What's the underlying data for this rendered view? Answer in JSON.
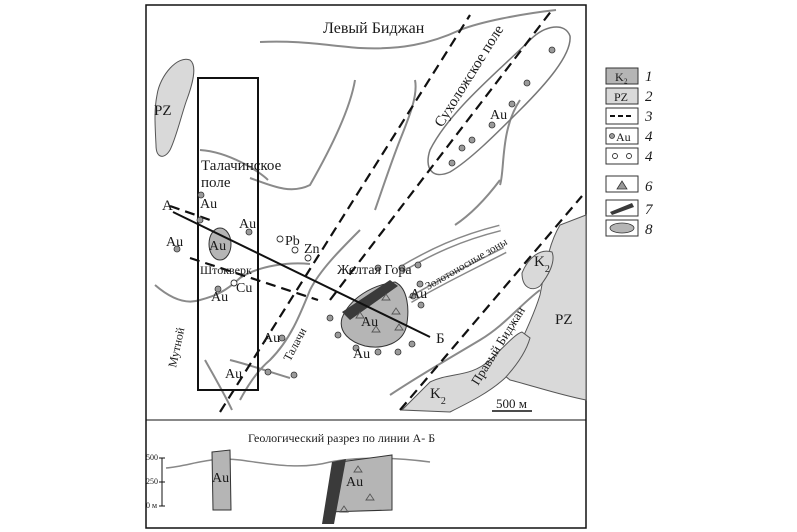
{
  "map": {
    "rivers": {
      "levyi_bidzhan": "Левый Биджан",
      "pravyi_bidzhan": "Правый Биджан",
      "mutnoi": "Мутной",
      "talachi": "Талачи"
    },
    "fields": {
      "sukholozhskoe": "Сухоложское поле",
      "talachinskoe_1": "Талачинское",
      "talachinskoe_2": "поле"
    },
    "places": {
      "zheltaya_gora": "Желтая Гора",
      "shtokverk": "Штокверк",
      "zolotonosnye_zony": "Золотоносные зоны"
    },
    "units": {
      "pz": "PZ",
      "k2": "K",
      "k2_sub": "2"
    },
    "elements": {
      "au": "Au",
      "pb": "Pb",
      "zn": "Zn",
      "cu": "Cu"
    },
    "section_line": {
      "start": "А",
      "end": "Б"
    },
    "scale_bar": "500 м"
  },
  "legend": {
    "items": [
      {
        "number": "1",
        "text": "K₂"
      },
      {
        "number": "2",
        "text": "PZ"
      },
      {
        "number": "3",
        "text": ""
      },
      {
        "number": "4",
        "text": "Au"
      },
      {
        "number": "4",
        "text": ""
      },
      {
        "number": "6",
        "text": ""
      },
      {
        "number": "7",
        "text": ""
      },
      {
        "number": "8",
        "text": ""
      }
    ]
  },
  "cross_section": {
    "title": "Геологический разрез по линии А- Б",
    "ticks": [
      "500",
      "250",
      "0 м"
    ],
    "au_left": "Au",
    "au_right": "Au"
  },
  "colors": {
    "ore_body": "#b5b5b5",
    "dark_zone": "#3a3a3a",
    "pz_fill": "#d9d9d9",
    "river": "#8a8a8a"
  }
}
